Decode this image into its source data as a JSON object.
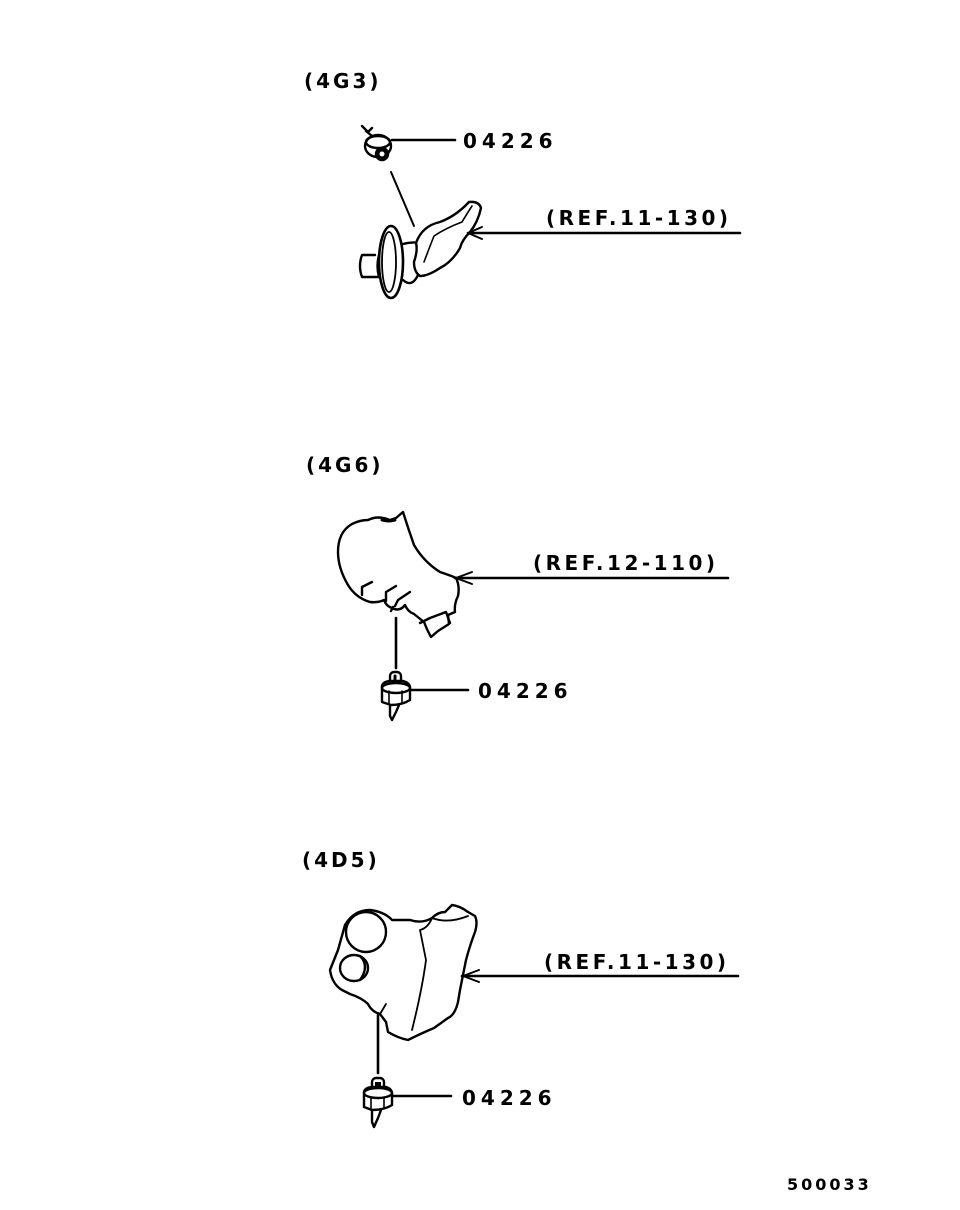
{
  "diagram": {
    "sections": [
      {
        "engine": "(4G3)",
        "part_number": "04226",
        "reference": "(REF.11-130)"
      },
      {
        "engine": "(4G6)",
        "part_number": "04226",
        "reference": "(REF.12-110)"
      },
      {
        "engine": "(4D5)",
        "part_number": "04226",
        "reference": "(REF.11-130)"
      }
    ],
    "figure_code": "500033",
    "colors": {
      "line": "#000000",
      "background": "#ffffff"
    }
  }
}
